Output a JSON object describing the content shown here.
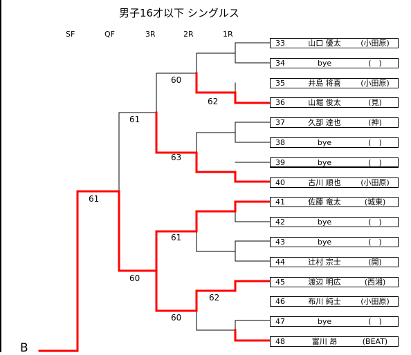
{
  "title": "男子16才以下 シングルス",
  "rounds": [
    "SF",
    "QF",
    "3R",
    "2R",
    "1R"
  ],
  "entries": [
    {
      "seed": "33",
      "name": "山口 優太",
      "team": "(小田原)"
    },
    {
      "seed": "34",
      "name": "bye",
      "team": "(　)"
    },
    {
      "seed": "35",
      "name": "井島 将喜",
      "team": "(小田原)"
    },
    {
      "seed": "36",
      "name": "山堀 俊太",
      "team": "(見)"
    },
    {
      "seed": "37",
      "name": "久部 達也",
      "team": "(神)"
    },
    {
      "seed": "38",
      "name": "bye",
      "team": "(　)"
    },
    {
      "seed": "39",
      "name": "bye",
      "team": "(　)"
    },
    {
      "seed": "40",
      "name": "古川 順也",
      "team": "(小田原)"
    },
    {
      "seed": "41",
      "name": "佐藤 竜太",
      "team": "(城東)"
    },
    {
      "seed": "42",
      "name": "bye",
      "team": "(　)"
    },
    {
      "seed": "43",
      "name": "bye",
      "team": "(　)"
    },
    {
      "seed": "44",
      "name": "辻村 宗士",
      "team": "(開)"
    },
    {
      "seed": "45",
      "name": "渡辺 明広",
      "team": "(西湘)"
    },
    {
      "seed": "46",
      "name": "布川 純士",
      "team": "(小田原)"
    },
    {
      "seed": "47",
      "name": "bye",
      "team": "(　)"
    },
    {
      "seed": "48",
      "name": "富川 昂",
      "team": "(BEAT)"
    }
  ],
  "scores": [
    "60",
    "62",
    "61",
    "63",
    "61",
    "61",
    "62",
    "60",
    "60"
  ],
  "side_label": "B",
  "colors": {
    "winner_line": "#ff0000",
    "line": "#000000"
  }
}
